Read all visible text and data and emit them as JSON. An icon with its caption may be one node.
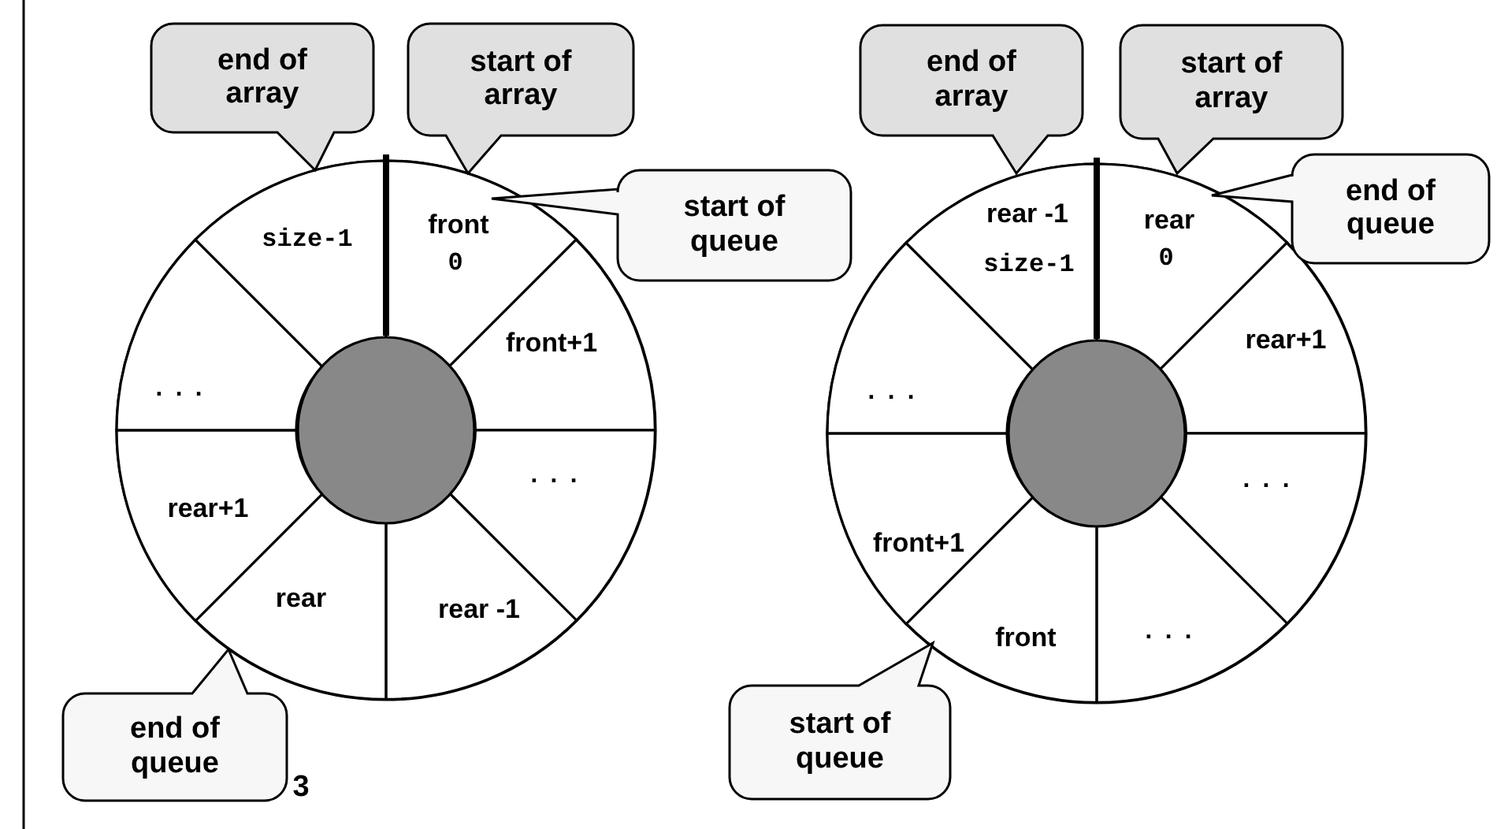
{
  "diagram": {
    "nodes": [
      {
        "text": [
          "end of array"
        ]
      },
      {
        "text": [
          "start of array"
        ]
      },
      {
        "text": [
          "start of queue"
        ]
      },
      {
        "text": [],
        "shape": "circle"
      },
      {
        "text": [],
        "shape": "circle",
        "in": 3
      },
      {
        "text": [
          "front",
          "0"
        ],
        "in": 3
      },
      {
        "text": [
          "front+1"
        ],
        "in": 3
      },
      {
        "text": [
          "..."
        ],
        "in": 3
      },
      {
        "text": [
          "rear -1"
        ],
        "in": 3
      },
      {
        "text": [
          "rear"
        ],
        "in": 3
      },
      {
        "text": [
          "rear+1"
        ],
        "in": 3
      },
      {
        "text": [
          "..."
        ],
        "in": 3
      },
      {
        "text": [
          "size-1"
        ],
        "in": 3
      },
      {
        "text": [
          "end of queue"
        ]
      },
      {
        "text": [
          "end of array"
        ]
      },
      {
        "text": [
          "start of array"
        ]
      },
      {
        "text": [
          "end of queue"
        ]
      },
      {
        "text": [],
        "shape": "circle"
      },
      {
        "text": [],
        "shape": "circle",
        "in": 17
      },
      {
        "text": [
          "rear",
          "0"
        ],
        "in": 17
      },
      {
        "text": [
          "rear+1"
        ],
        "in": 17
      },
      {
        "text": [
          "..."
        ],
        "in": 17
      },
      {
        "text": [
          "..."
        ],
        "in": 17
      },
      {
        "text": [
          "front"
        ],
        "in": 17
      },
      {
        "text": [
          "front+1"
        ],
        "in": 17
      },
      {
        "text": [
          "..."
        ],
        "in": 17
      },
      {
        "text": [
          "rear -1",
          "size-1"
        ],
        "in": 17
      },
      {
        "text": [
          "start of queue"
        ]
      }
    ],
    "labels": [
      "3"
    ]
  }
}
